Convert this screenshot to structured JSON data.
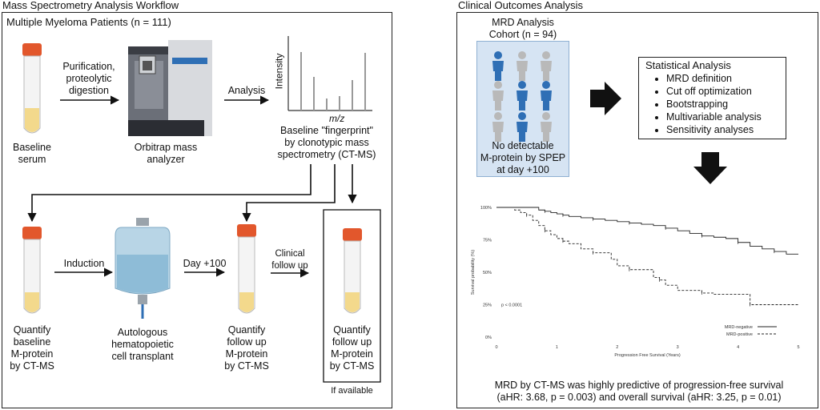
{
  "left": {
    "title": "Mass Spectrometry Analysis Workflow",
    "cohort_label": "Multiple Myeloma Patients (n = 111)",
    "baseline_serum": "Baseline\nserum",
    "purification": "Purification,\nproteolytic\ndigestion",
    "orbitrap": "Orbitrap mass\nanalyzer",
    "analysis": "Analysis",
    "spectrum_ylabel": "Intensity",
    "spectrum_xlabel": "m/z",
    "fingerprint": "Baseline \"fingerprint\"\nby clonotypic mass\nspectrometry (CT-MS)",
    "quant_baseline": "Quantify\nbaseline\nM-protein\nby CT-MS",
    "induction": "Induction",
    "transplant": "Autologous\nhematopoietic\ncell transplant",
    "day100": "Day +100",
    "quant_followup": "Quantify\nfollow up\nM-protein\nby CT-MS",
    "clinical_followup": "Clinical\nfollow up",
    "quant_followup2": "Quantify\nfollow up\nM-protein\nby CT-MS",
    "if_available": "If available"
  },
  "right": {
    "title": "Clinical Outcomes Analysis",
    "mrd_cohort": "MRD Analysis\nCohort (n = 94)",
    "no_detectable": "No detectable\nM-protein by SPEP\nat day +100",
    "stat_title": "Statistical Analysis",
    "stat_items": [
      "MRD definition",
      "Cut off optimization",
      "Bootstrapping",
      "Multivariable analysis",
      "Sensitivity analyses"
    ],
    "conclusion": "MRD by CT-MS was highly predictive of progression-free survival\n(aHR: 3.68, p = 0.003) and overall survival (aHR: 3.25, p = 0.01)"
  },
  "colors": {
    "cap": "#e2572c",
    "serum": "#f3d98c",
    "person_blue": "#2f6fb5",
    "person_grey": "#b9b9b9",
    "cohort_bg": "#d6e4f3",
    "bag": "#9fc3da"
  },
  "chart_data": {
    "type": "line",
    "xlabel": "Progression Free Survival (Years)",
    "ylabel": "Survival probability (%)",
    "xlim": [
      0,
      5
    ],
    "ylim": [
      0,
      100
    ],
    "x_ticks": [
      "0",
      "1",
      "2",
      "3",
      "4",
      "5"
    ],
    "y_ticks": [
      "0%",
      "25%",
      "50%",
      "75%",
      "100%"
    ],
    "annotation": "p < 0.0001",
    "legend_position": "bottom-right",
    "series": [
      {
        "name": "MRD-negative",
        "style": "solid",
        "x": [
          0,
          0.6,
          0.7,
          0.8,
          0.9,
          1.0,
          1.1,
          1.2,
          1.4,
          1.6,
          1.8,
          2.0,
          2.2,
          2.4,
          2.6,
          2.8,
          3.0,
          3.2,
          3.4,
          3.6,
          3.8,
          4.0,
          4.2,
          4.4,
          4.6,
          4.8,
          5.0
        ],
        "y": [
          100,
          100,
          98,
          97,
          96,
          95,
          94,
          93,
          92,
          91,
          90,
          89,
          88,
          87,
          86,
          84,
          82,
          80,
          78,
          77,
          76,
          73,
          70,
          68,
          66,
          64,
          64
        ]
      },
      {
        "name": "MRD-positive",
        "style": "dashed",
        "x": [
          0,
          0.3,
          0.4,
          0.5,
          0.6,
          0.7,
          0.8,
          0.9,
          1.0,
          1.1,
          1.2,
          1.4,
          1.6,
          1.9,
          2.0,
          2.2,
          2.4,
          2.6,
          2.7,
          2.8,
          3.0,
          3.4,
          3.6,
          4.0,
          4.2,
          4.6,
          5.0
        ],
        "y": [
          100,
          98,
          96,
          94,
          90,
          86,
          82,
          79,
          76,
          74,
          72,
          68,
          65,
          60,
          55,
          52,
          52,
          46,
          44,
          40,
          36,
          34,
          33,
          33,
          25,
          25,
          25
        ]
      }
    ]
  }
}
